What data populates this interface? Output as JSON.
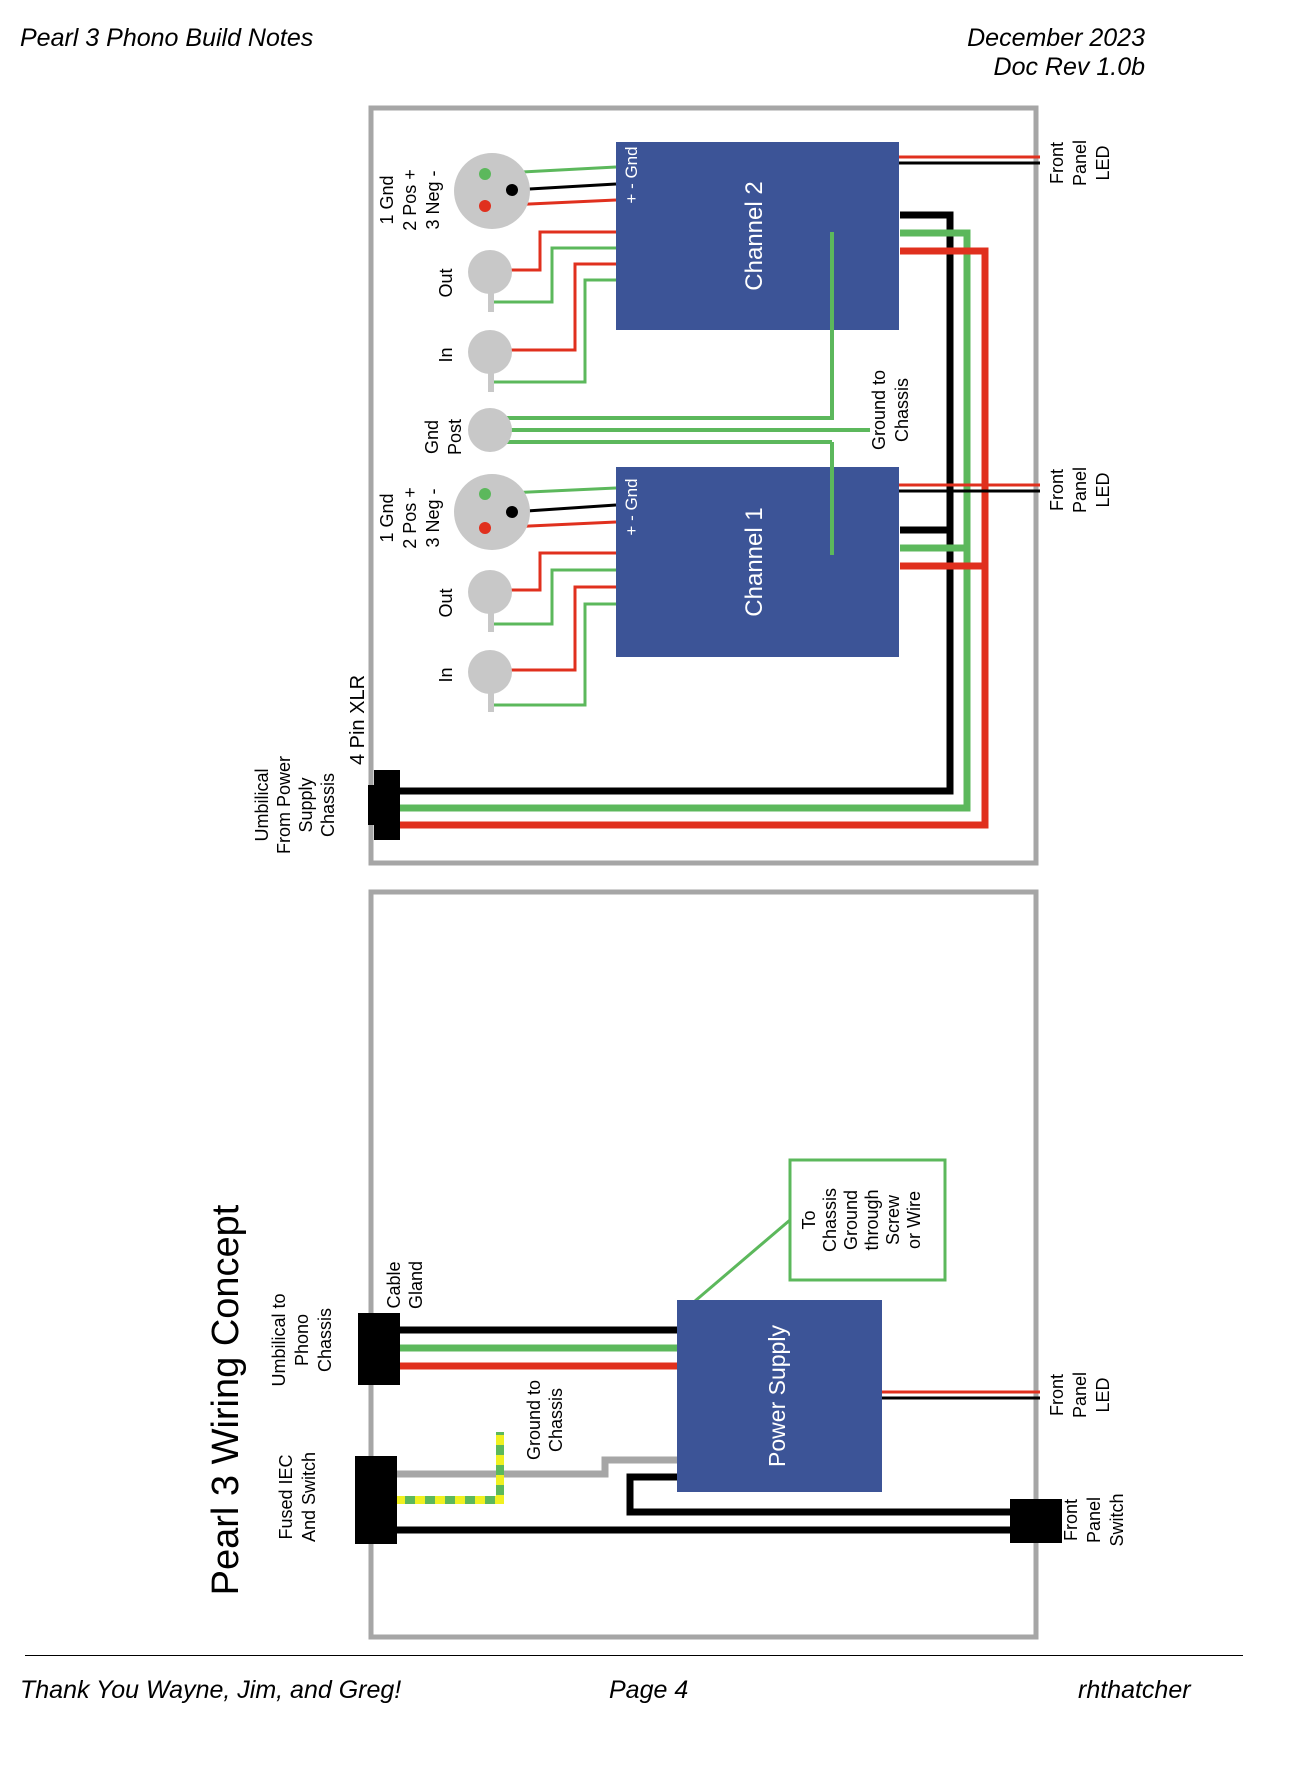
{
  "header": {
    "title": "Pearl 3 Phono Build Notes",
    "date": "December 2023",
    "revision": "Doc Rev 1.0b"
  },
  "footer": {
    "thanks": "Thank You Wayne, Jim, and Greg!",
    "page": "Page 4",
    "author": "rhthatcher"
  },
  "diagram": {
    "title": "Pearl 3 Wiring Concept",
    "colors": {
      "chassis_outline": "#a6a6a6",
      "module_fill": "#3c5497",
      "wire_red": "#e0301e",
      "wire_green": "#5cb85c",
      "wire_black": "#000000",
      "wire_gray": "#a6a6a6",
      "ground_stripe_yellow": "#f0f020",
      "callout_border": "#5cb85c"
    },
    "phono_chassis": {
      "channel_1": "Channel 1",
      "channel_2": "Channel 2",
      "jack_in": "In",
      "jack_out": "Out",
      "xlr_pins_1": "1 Gnd",
      "xlr_pins_2": "2 Pos +",
      "xlr_pins_3": "3 Neg -",
      "ch2_xlr_pin_1": "1 Gnd",
      "input_pins": "+ - Gnd",
      "gnd_post_1": "Gnd",
      "gnd_post_2": "Post",
      "ground_to_chassis_1": "Ground to",
      "ground_to_chassis_2": "Chassis",
      "led_1": "Front",
      "led_2": "Panel",
      "led_3": "LED",
      "xlr_connector": "4 Pin XLR",
      "umbilical_1": "Umbilical",
      "umbilical_2": "From Power",
      "umbilical_3": "Supply",
      "umbilical_4": "Chassis"
    },
    "power_chassis": {
      "power_supply": "Power Supply",
      "callout_1": "To",
      "callout_2": "Chassis",
      "callout_3": "Ground",
      "callout_4": "through",
      "callout_5": "Screw",
      "callout_6": "or Wire",
      "cable_gland_1": "Cable",
      "cable_gland_2": "Gland",
      "umbilical_1": "Umbilical to",
      "umbilical_2": "Phono",
      "umbilical_3": "Chassis",
      "iec_1": "Fused IEC",
      "iec_2": "And Switch",
      "ground_to_chassis_1": "Ground to",
      "ground_to_chassis_2": "Chassis",
      "led_1": "Front",
      "led_2": "Panel",
      "led_3": "LED",
      "switch_1": "Front",
      "switch_2": "Panel",
      "switch_3": "Switch"
    }
  }
}
